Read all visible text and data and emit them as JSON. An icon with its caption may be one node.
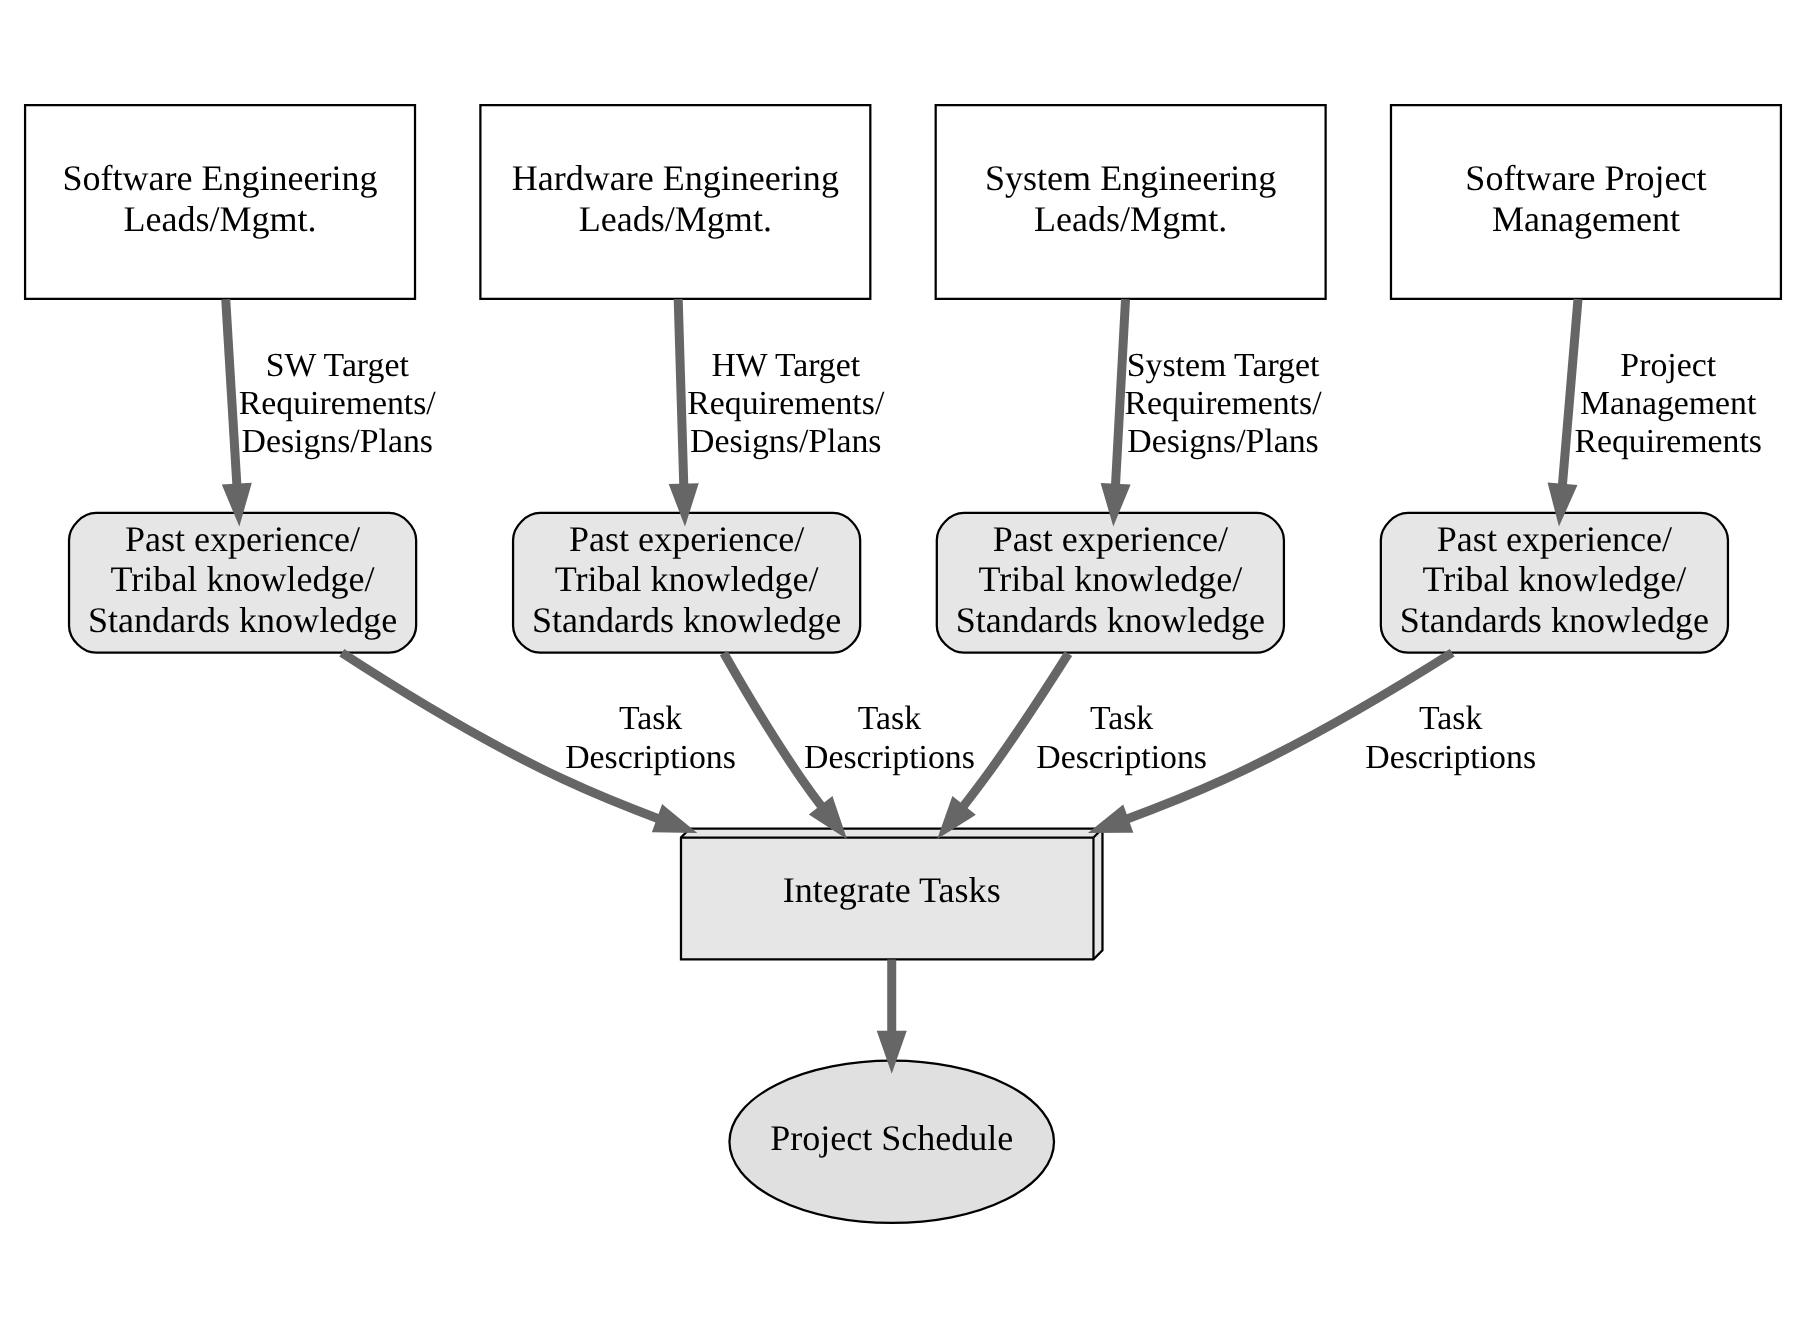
{
  "diagram": {
    "nodes": [
      {
        "text": [
          "Software Engineering Leads/Mgmt."
        ]
      },
      {
        "text": [
          "Hardware Engineering Leads/Mgmt."
        ]
      },
      {
        "text": [
          "System Engineering Leads/Mgmt."
        ]
      },
      {
        "text": [
          "Software Project Management"
        ]
      },
      {
        "text": [
          "Past experience/ Tribal knowledge/ Standards knowledge"
        ]
      },
      {
        "text": [
          "Past experience/ Tribal knowledge/ Standards knowledge"
        ]
      },
      {
        "text": [
          "Past experience/ Tribal knowledge/ Standards knowledge"
        ]
      },
      {
        "text": [
          "Past experience/ Tribal knowledge/ Standards knowledge"
        ]
      },
      {
        "text": [
          "Integrate Tasks"
        ]
      },
      {
        "text": [
          "Project Schedule"
        ]
      }
    ],
    "edges": [
      {
        "from": 0,
        "to": 4,
        "arrow": "to",
        "label": "SW Target Requirements/ Designs/Plans"
      },
      {
        "from": 1,
        "to": 5,
        "arrow": "to",
        "label": "HW Target Requirements/ Designs/Plans"
      },
      {
        "from": 2,
        "to": 6,
        "arrow": "to",
        "label": "System Target Requirements/ Designs/Plans"
      },
      {
        "from": 3,
        "to": 7,
        "arrow": "to",
        "label": "Project Management Requirements"
      },
      {
        "from": 4,
        "to": 8,
        "arrow": "to",
        "label": "Task Descriptions"
      },
      {
        "from": 5,
        "to": 8,
        "arrow": "to",
        "label": "Task Descriptions"
      },
      {
        "from": 6,
        "to": 8,
        "arrow": "to",
        "label": "Task Descriptions"
      },
      {
        "from": 7,
        "to": 8,
        "arrow": "to",
        "label": "Task Descriptions"
      },
      {
        "from": 8,
        "to": 9,
        "arrow": "to"
      }
    ]
  }
}
